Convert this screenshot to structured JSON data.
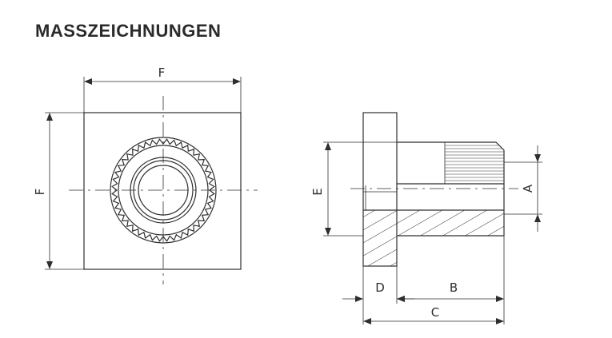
{
  "page_title": "MASSZEICHNUNGEN",
  "front_view": {
    "width_label": "F",
    "height_label": "F"
  },
  "side_view": {
    "label_a": "A",
    "label_b": "B",
    "label_c": "C",
    "label_d": "D",
    "label_e": "E"
  },
  "colors": {
    "line": "#2e2e2e",
    "text": "#2a2a2a",
    "background": "#ffffff"
  }
}
